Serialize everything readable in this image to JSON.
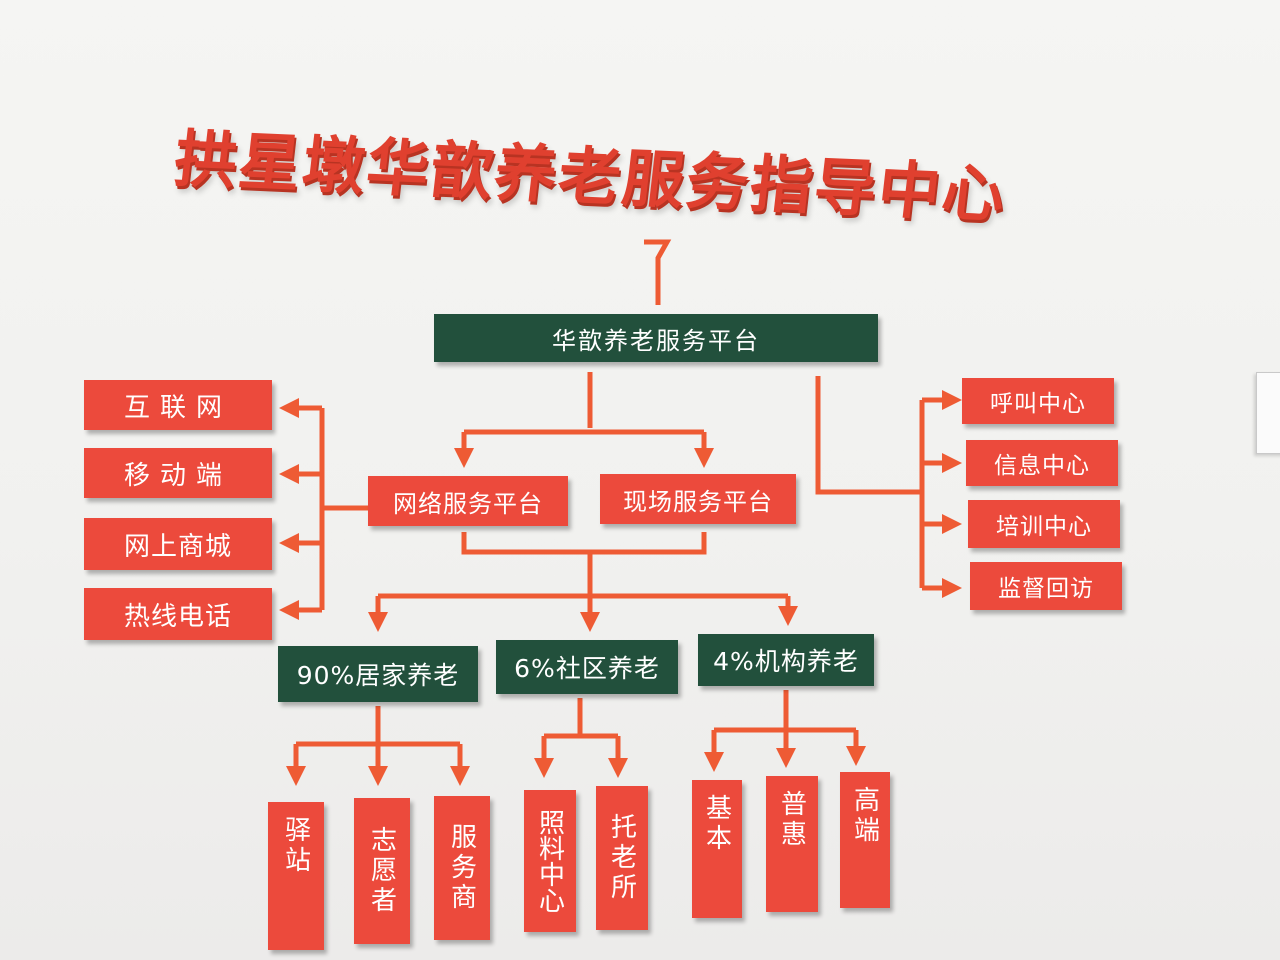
{
  "title": "拱星墩华歆养老服务指导中心",
  "colors": {
    "red": "#ec4a3c",
    "arrow": "#ee5b34",
    "green": "#22503c"
  },
  "platform": "华歆养老服务平台",
  "online_channels": [
    "互联网",
    "移动端",
    "网上商城",
    "热线电话"
  ],
  "service_platforms": [
    "网络服务平台",
    "现场服务平台"
  ],
  "support_centers": [
    "呼叫中心",
    "信息中心",
    "培训中心",
    "监督回访"
  ],
  "care_modes": [
    "90%居家养老",
    "6%社区养老",
    "4%机构养老"
  ],
  "home_care_items": [
    "驿站",
    "志愿者",
    "服务商"
  ],
  "community_items": [
    "照料中心",
    "托老所"
  ],
  "institution_items": [
    "基本",
    "普惠",
    "高端"
  ]
}
